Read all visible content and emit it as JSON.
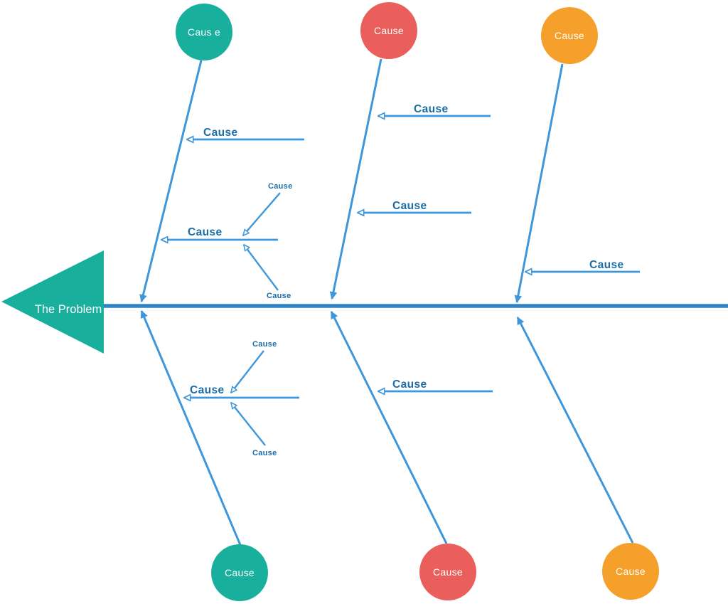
{
  "colors": {
    "teal": "#18b09d",
    "red": "#ea5f5b",
    "orange": "#f5a02a",
    "spine": "#2e86c8",
    "bone": "#3e96db",
    "label_text": "#1a6da6",
    "circle_text": "#ffffff"
  },
  "problem": {
    "label": "The Problem"
  },
  "circles": [
    {
      "id": "top-left",
      "label": "Caus e",
      "color": "teal"
    },
    {
      "id": "top-middle",
      "label": "Cause",
      "color": "red"
    },
    {
      "id": "top-right",
      "label": "Cause",
      "color": "orange"
    },
    {
      "id": "bottom-left",
      "label": "Cause",
      "color": "teal"
    },
    {
      "id": "bottom-middle",
      "label": "Cause",
      "color": "red"
    },
    {
      "id": "bottom-right",
      "label": "Cause",
      "color": "orange"
    }
  ],
  "branch_labels": [
    {
      "id": "top-left-branch",
      "label": "Cause"
    },
    {
      "id": "top-left-mid-branch",
      "label": "Cause"
    },
    {
      "id": "top-left-twig-upper",
      "label": "Cause"
    },
    {
      "id": "top-left-twig-lower",
      "label": "Cause"
    },
    {
      "id": "top-middle-branch-upper",
      "label": "Cause"
    },
    {
      "id": "top-middle-branch-lower",
      "label": "Cause"
    },
    {
      "id": "top-right-branch",
      "label": "Cause"
    },
    {
      "id": "bottom-left-mid-branch",
      "label": "Cause"
    },
    {
      "id": "bottom-left-twig-upper",
      "label": "Cause"
    },
    {
      "id": "bottom-left-twig-lower",
      "label": "Cause"
    },
    {
      "id": "bottom-middle-branch",
      "label": "Cause"
    }
  ]
}
